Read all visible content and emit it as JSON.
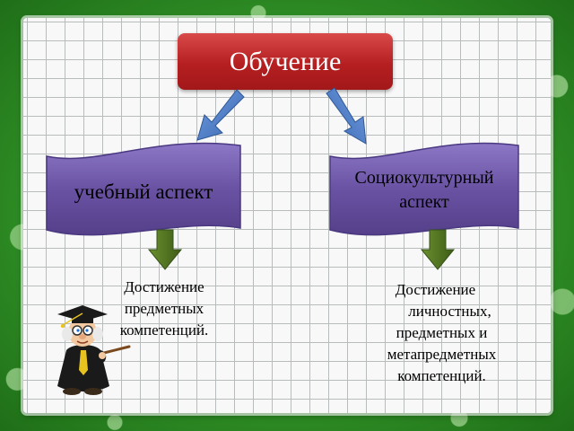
{
  "diagram": {
    "top_box": {
      "text": "Обучение",
      "color": "#b51f21"
    },
    "banners": [
      {
        "text": "учебный аспект",
        "color": "#6a52a3"
      },
      {
        "text_line1": "Социокультурный",
        "text_line2": "аспект",
        "color": "#6a52a3"
      }
    ],
    "results": [
      {
        "lines": [
          "Достижение",
          "предметных",
          "компетенций."
        ]
      },
      {
        "lines": [
          "Достижение",
          "личностных,",
          "предметных и",
          "метапредметных",
          "компетенций."
        ]
      }
    ],
    "colors": {
      "blue_arrow": "#4f81c7",
      "green_arrow": "#4a6e1e",
      "grid_line": "#b9bcbc",
      "background": "#2f8f25"
    },
    "icons": [
      "down-left-arrow-icon",
      "down-right-arrow-icon",
      "down-arrow-icon",
      "professor-mascot-icon"
    ]
  }
}
